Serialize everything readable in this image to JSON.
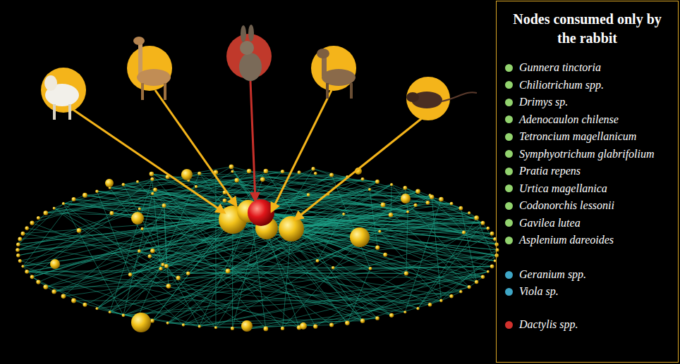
{
  "diagram": {
    "title": "Nodes consumed only by the rabbit",
    "legend": [
      {
        "text": "Gunnera tinctoria",
        "color": "#92d36e"
      },
      {
        "text": "Chiliotrichum spp.",
        "color": "#92d36e"
      },
      {
        "text": "Drimys sp.",
        "color": "#92d36e"
      },
      {
        "text": "Adenocaulon chilense",
        "color": "#92d36e"
      },
      {
        "text": "Tetroncium magellanicum",
        "color": "#92d36e"
      },
      {
        "text": "Symphyotrichum glabrifolium",
        "color": "#92d36e"
      },
      {
        "text": "Pratia repens",
        "color": "#92d36e"
      },
      {
        "text": "Urtica magellanica",
        "color": "#92d36e"
      },
      {
        "text": "Codonorchis lessonii",
        "color": "#92d36e"
      },
      {
        "text": "Gavilea lutea",
        "color": "#92d36e"
      },
      {
        "text": "Asplenium dareoides",
        "color": "#92d36e"
      },
      {
        "text": "Geranium spp.",
        "color": "#3ea6c6"
      },
      {
        "text": "Viola sp.",
        "color": "#3ea6c6"
      },
      {
        "text": "Dactylis spp.",
        "color": "#d0312d"
      }
    ]
  }
}
